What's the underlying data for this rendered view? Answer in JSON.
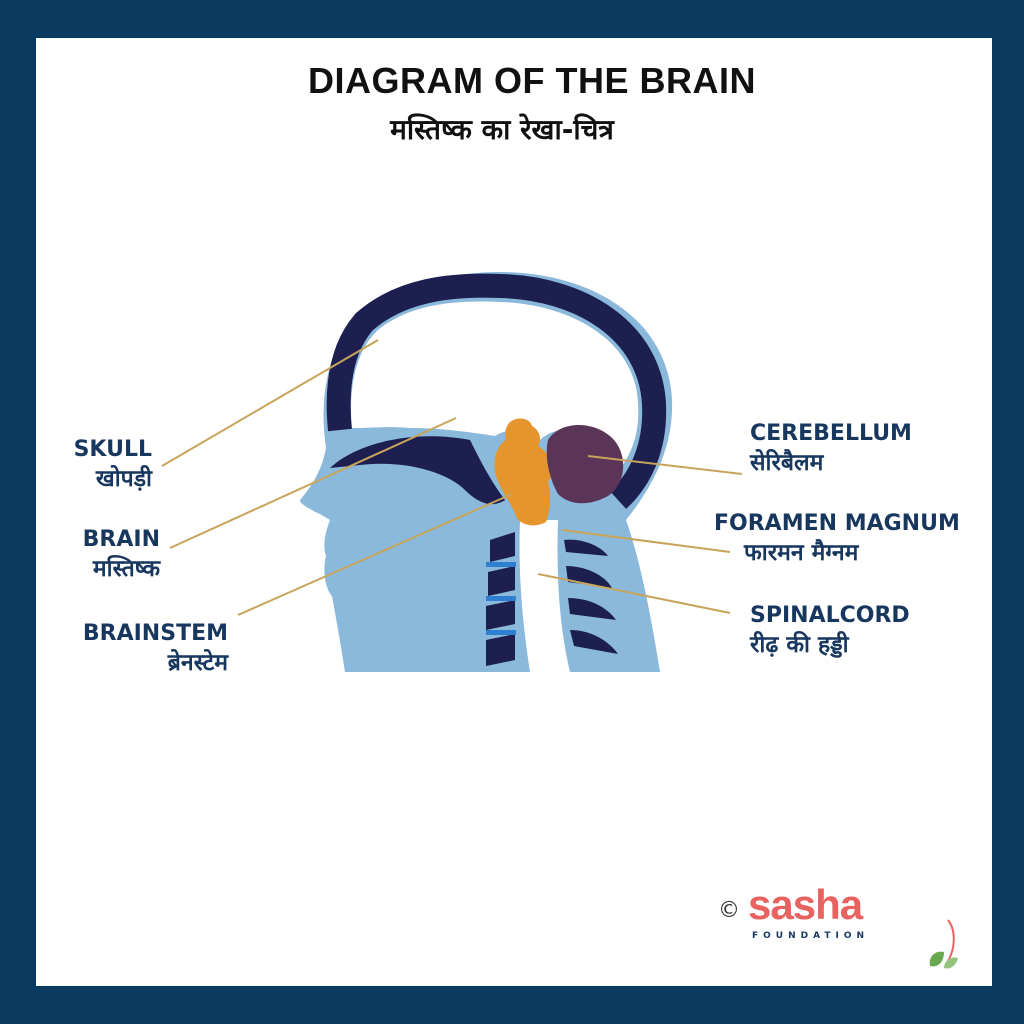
{
  "header": {
    "title": "DIAGRAM OF THE BRAIN",
    "subtitle": "मस्तिष्क का रेखा-चित्र"
  },
  "labels": {
    "skull": {
      "en": "SKULL",
      "hi": "खोपड़ी"
    },
    "brain": {
      "en": "BRAIN",
      "hi": "मस्तिष्क"
    },
    "brainstem": {
      "en": "BRAINSTEM",
      "hi": "ब्रेनस्टेम"
    },
    "cerebellum": {
      "en": "CEREBELLUM",
      "hi": "सेरिबैलम"
    },
    "foramen_magnum": {
      "en": "FORAMEN MAGNUM",
      "hi": "फारमन मैग्नम"
    },
    "spinalcord": {
      "en": "SPINALCORD",
      "hi": "रीढ़ की हड्डी"
    }
  },
  "footer": {
    "copyright_symbol": "©",
    "brand": "sasha",
    "brand_sub": "FOUNDATION"
  },
  "colors": {
    "frame": "#0b3a60",
    "head_fill": "#8ab9db",
    "skull_dark": "#1c1f4f",
    "brainstem": "#e5952d",
    "cerebellum": "#5b3557",
    "leader_line": "#c8a45a",
    "label_text": "#17375e",
    "brand": "#e8625f"
  }
}
